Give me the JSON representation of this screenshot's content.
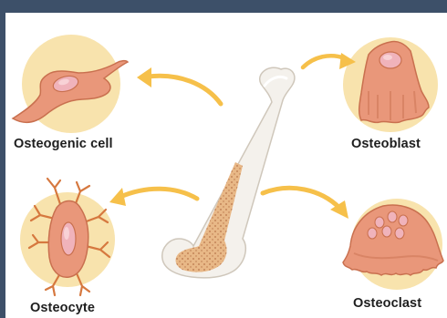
{
  "labels": {
    "osteogenic": "Osteogenic cell",
    "osteoblast": "Osteoblast",
    "osteocyte": "Osteocyte",
    "osteoclast": "Osteoclast"
  },
  "colors": {
    "frame": "#3d5069",
    "circle": "#f8e3ad",
    "cell": "#e9977a",
    "cell_dark": "#c9704f",
    "nucleus": "#f0b3bb",
    "arrow": "#f6c04a",
    "bone": "#f4f1ec",
    "marrow": "#e8b887"
  }
}
